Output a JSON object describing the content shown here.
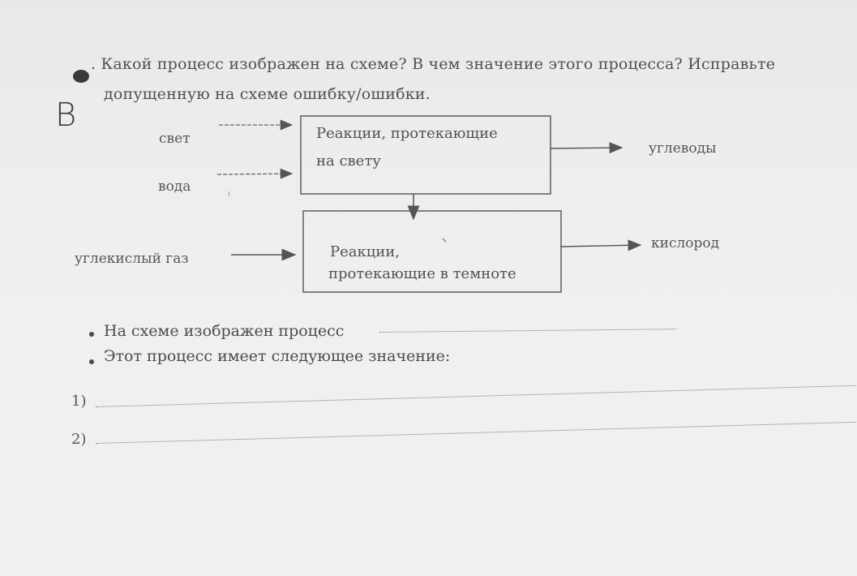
{
  "question": {
    "line1": ". Какой процесс изображен на схеме? В чем значение этого процесса? Исправьте",
    "line2": "допущенную на схеме ошибку/ошибки."
  },
  "handwritten_letter": "В",
  "diagram": {
    "inputs": {
      "light": "свет",
      "water": "вода",
      "co2": "углекислый газ"
    },
    "box_light": {
      "line1": "Реакции, протекающие",
      "line2": "на свету"
    },
    "box_dark": {
      "line1": "Реакции,",
      "line2": "протекающие в темноте"
    },
    "outputs": {
      "carbs": "углеводы",
      "oxygen": "кислород"
    }
  },
  "bullets": [
    "На схеме изображен процесс",
    "Этот процесс имеет следующее значение:"
  ],
  "answer_lines": [
    "1)",
    "2)"
  ]
}
